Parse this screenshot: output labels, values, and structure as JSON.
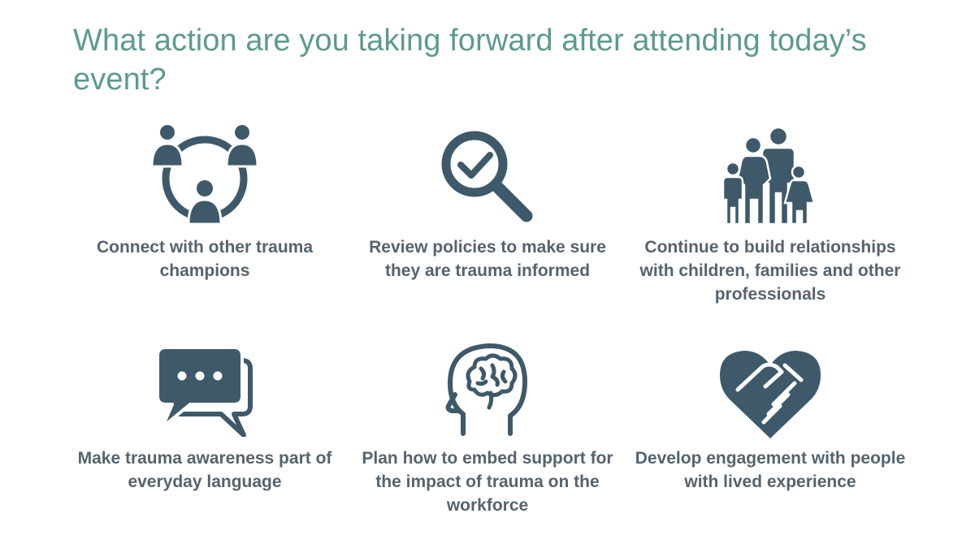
{
  "title": "What action are you taking forward after attending today’s event?",
  "colors": {
    "title": "#5b9a8f",
    "icon": "#3e5969",
    "caption": "#56636e"
  },
  "actions": [
    {
      "icon": "people-network-icon",
      "label": "Connect with other trauma champions"
    },
    {
      "icon": "magnifier-check-icon",
      "label": "Review policies to make sure they are trauma informed"
    },
    {
      "icon": "family-icon",
      "label": "Continue to build relationships with children, families and other professionals"
    },
    {
      "icon": "chat-bubbles-icon",
      "label": "Make trauma awareness part of everyday language"
    },
    {
      "icon": "head-brain-icon",
      "label": "Plan how to embed support for the impact of trauma on the workforce"
    },
    {
      "icon": "heart-handshake-icon",
      "label": "Develop engagement with people with lived experience"
    }
  ]
}
